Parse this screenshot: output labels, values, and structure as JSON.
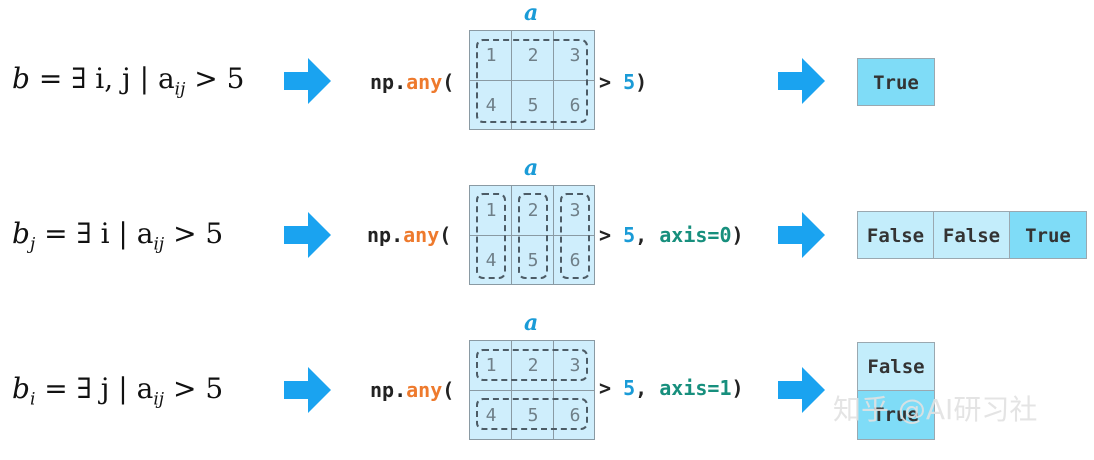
{
  "matrix_label": "a",
  "matrix_values": [
    [
      "1",
      "2",
      "3"
    ],
    [
      "4",
      "5",
      "6"
    ]
  ],
  "rows": [
    {
      "formula": {
        "lhs": "b",
        "lhs_sub": "",
        "rest_pre": " = ∃ i, j | a",
        "rest_sub": "ij",
        "rest_post": " > 5"
      },
      "code": {
        "prefix": "np.",
        "func": "any",
        "open": "(",
        "gt": "> ",
        "threshold": "5",
        "comma": "",
        "axis": "",
        "close": ")"
      },
      "grouping": "all",
      "results": [
        "True"
      ]
    },
    {
      "formula": {
        "lhs": "b",
        "lhs_sub": "j",
        "rest_pre": " = ∃ i | a",
        "rest_sub": "ij",
        "rest_post": " > 5"
      },
      "code": {
        "prefix": "np.",
        "func": "any",
        "open": "(",
        "gt": "> ",
        "threshold": "5",
        "comma": ", ",
        "axis": "axis=0",
        "close": ")"
      },
      "grouping": "columns",
      "results": [
        "False",
        "False",
        "True"
      ]
    },
    {
      "formula": {
        "lhs": "b",
        "lhs_sub": "i",
        "rest_pre": " = ∃ j | a",
        "rest_sub": "ij",
        "rest_post": " > 5"
      },
      "code": {
        "prefix": "np.",
        "func": "any",
        "open": "(",
        "gt": "> ",
        "threshold": "5",
        "comma": ", ",
        "axis": "axis=1",
        "close": ")"
      },
      "grouping": "rows",
      "results": [
        "False",
        "True"
      ]
    }
  ],
  "watermark": "知乎 @AI研习社",
  "colors": {
    "arrow": "#1aa3f0",
    "true_cell": "#7fdcf7",
    "false_cell": "#c3edfb",
    "matrix_bg": "#cfeefc",
    "func": "#ee7a2d",
    "number": "#1a9bd7",
    "keyword": "#178f7d"
  }
}
